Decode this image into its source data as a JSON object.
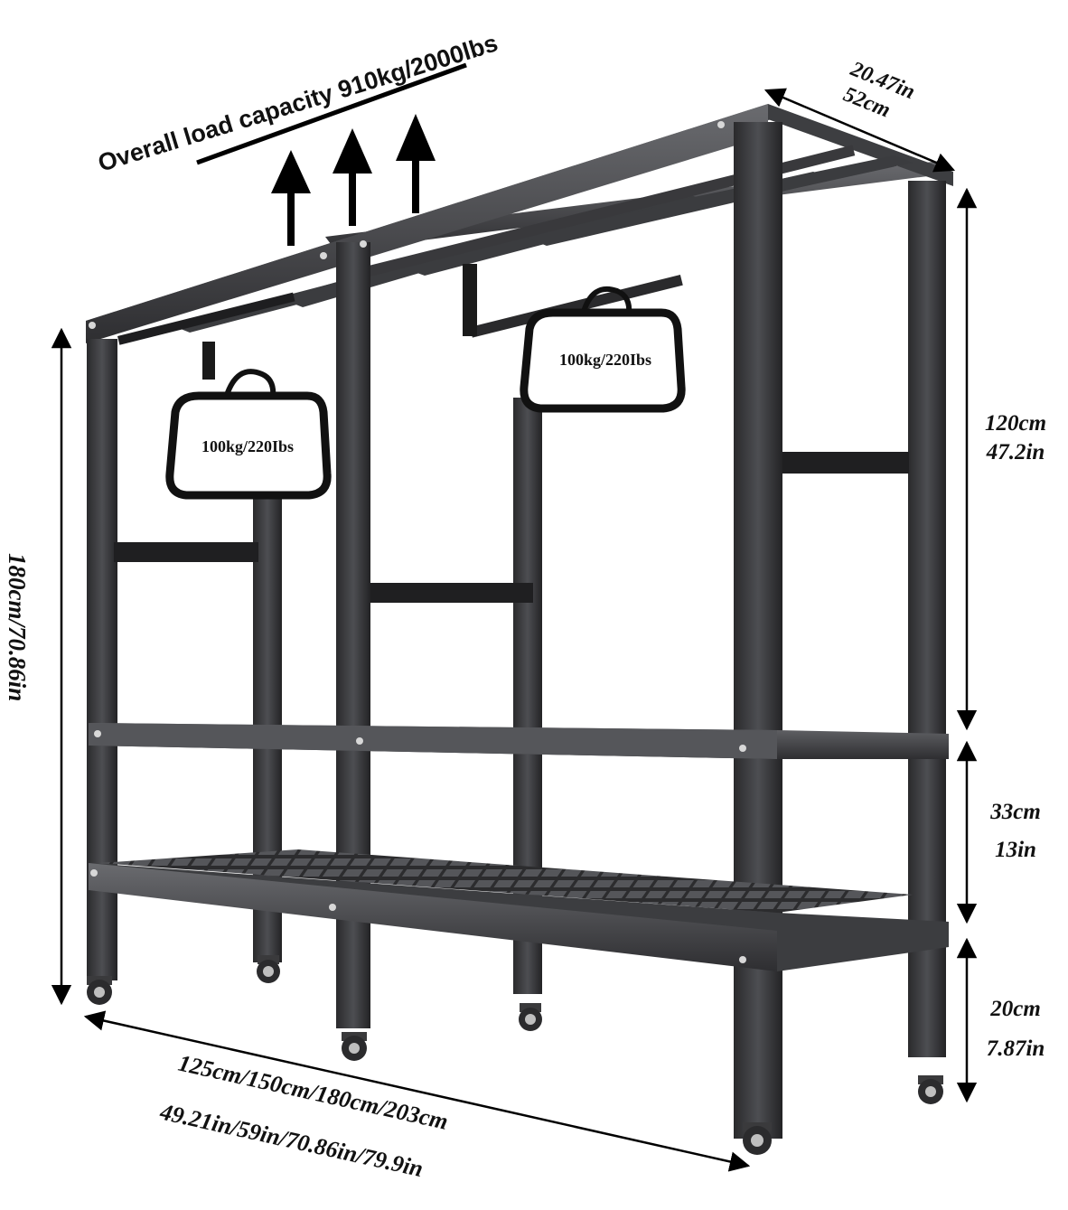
{
  "colors": {
    "frame_dark": "#2b2b2d",
    "frame_mid": "#4a4b4e",
    "frame_light": "#6d6e72",
    "arrow": "#000000",
    "background": "#ffffff"
  },
  "load_capacity": {
    "label": "Overall load capacity 910kg/2000lbs"
  },
  "hanging_weights": [
    {
      "label": "100kg/220Ibs"
    },
    {
      "label": "100kg/220Ibs"
    }
  ],
  "dimensions": {
    "depth": {
      "inch": "20.47in",
      "cm": "52cm"
    },
    "total_height": {
      "label": "180cm/70.86in"
    },
    "upper_section": {
      "cm": "120cm",
      "inch": "47.2in"
    },
    "middle_section": {
      "cm": "33cm",
      "inch": "13in"
    },
    "leg_height": {
      "cm": "20cm",
      "inch": "7.87in"
    },
    "width": {
      "cm": "125cm/150cm/180cm/203cm",
      "inch": "49.21in/59in/70.86in/79.9in"
    }
  }
}
